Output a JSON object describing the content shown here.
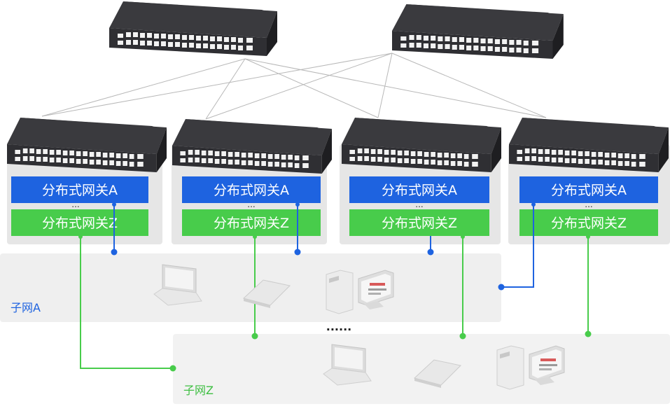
{
  "colors": {
    "gateway_a": "#1e63e0",
    "gateway_z": "#48cc4b",
    "link_a": "#1e63e0",
    "link_z": "#48cc4b",
    "switch_body": "#2f2f33",
    "panel_bg": "#e6e6e6",
    "subnet_bg": "#efefef",
    "uplink": "#b8b8b8"
  },
  "spine_switches": [
    {
      "name": "spine-switch-1",
      "icon": "switch-icon"
    },
    {
      "name": "spine-switch-2",
      "icon": "switch-icon"
    }
  ],
  "leaf_nodes": [
    {
      "gateway_a_label": "分布式网关A",
      "dots": "...",
      "gateway_z_label": "分布式网关Z"
    },
    {
      "gateway_a_label": "分布式网关A",
      "dots": "...",
      "gateway_z_label": "分布式网关Z"
    },
    {
      "gateway_a_label": "分布式网关A",
      "dots": "...",
      "gateway_z_label": "分布式网关Z"
    },
    {
      "gateway_a_label": "分布式网关A",
      "dots": "...",
      "gateway_z_label": "分布式网关Z"
    }
  ],
  "subnets": {
    "a": {
      "label": "子网A",
      "devices": [
        "laptop-icon",
        "phone-icon",
        "desktop-pc-icon"
      ]
    },
    "z": {
      "label": "子网Z",
      "devices": [
        "laptop-icon",
        "phone-icon",
        "desktop-pc-icon"
      ]
    }
  },
  "ellipsis": "......"
}
